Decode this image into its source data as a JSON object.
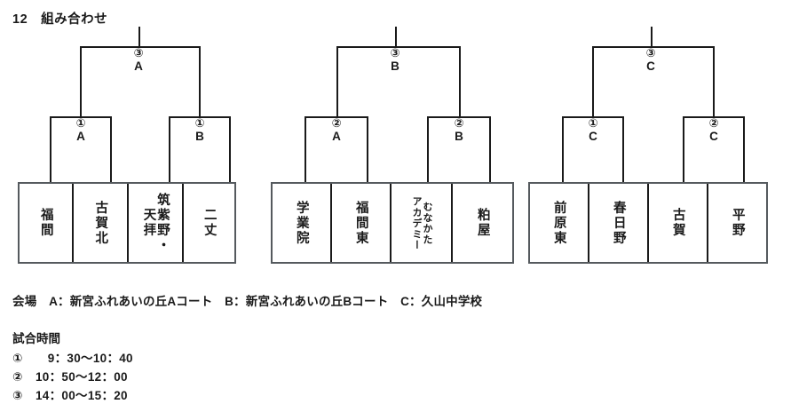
{
  "page": {
    "title": "12　組み合わせ"
  },
  "brackets": [
    {
      "id": "group-a",
      "final": {
        "num": "③",
        "court": "A"
      },
      "semifinals": [
        {
          "num": "①",
          "court": "A"
        },
        {
          "num": "①",
          "court": "B"
        }
      ],
      "teams": [
        {
          "name": "福間",
          "lines": [
            "福間"
          ]
        },
        {
          "name": "古賀北",
          "lines": [
            "古賀北"
          ]
        },
        {
          "name": "筑紫野・天拝",
          "lines": [
            "筑紫野・",
            "天拝"
          ]
        },
        {
          "name": "二丈",
          "lines": [
            "二丈"
          ]
        }
      ]
    },
    {
      "id": "group-b",
      "final": {
        "num": "③",
        "court": "B"
      },
      "semifinals": [
        {
          "num": "②",
          "court": "A"
        },
        {
          "num": "②",
          "court": "B"
        }
      ],
      "teams": [
        {
          "name": "学業院",
          "lines": [
            "学業院"
          ]
        },
        {
          "name": "福間東",
          "lines": [
            "福間東"
          ]
        },
        {
          "name": "むなかたアカデミー",
          "lines": [
            "むなかた",
            "アカデミー"
          ]
        },
        {
          "name": "粕屋",
          "lines": [
            "粕屋"
          ]
        }
      ]
    },
    {
      "id": "group-c",
      "final": {
        "num": "③",
        "court": "C"
      },
      "semifinals": [
        {
          "num": "①",
          "court": "C"
        },
        {
          "num": "②",
          "court": "C"
        }
      ],
      "teams": [
        {
          "name": "前原東",
          "lines": [
            "前原東"
          ]
        },
        {
          "name": "春日野",
          "lines": [
            "春日野"
          ]
        },
        {
          "name": "古賀",
          "lines": [
            "古賀"
          ]
        },
        {
          "name": "平野",
          "lines": [
            "平野"
          ]
        }
      ]
    }
  ],
  "venue": {
    "label": "会場",
    "text": "会場　A：新宮ふれあいの丘Aコート　B：新宮ふれあいの丘Bコート　C：久山中学校",
    "courts": [
      {
        "key": "A",
        "name": "新宮ふれあいの丘Aコート"
      },
      {
        "key": "B",
        "name": "新宮ふれあいの丘Bコート"
      },
      {
        "key": "C",
        "name": "久山中学校"
      }
    ]
  },
  "schedule": {
    "title": "試合時間",
    "rows": [
      {
        "num": "①",
        "time": "　9：30～10：40"
      },
      {
        "num": "②",
        "time": "10：50～12：00"
      },
      {
        "num": "③",
        "time": "14：00～15：20"
      }
    ]
  }
}
